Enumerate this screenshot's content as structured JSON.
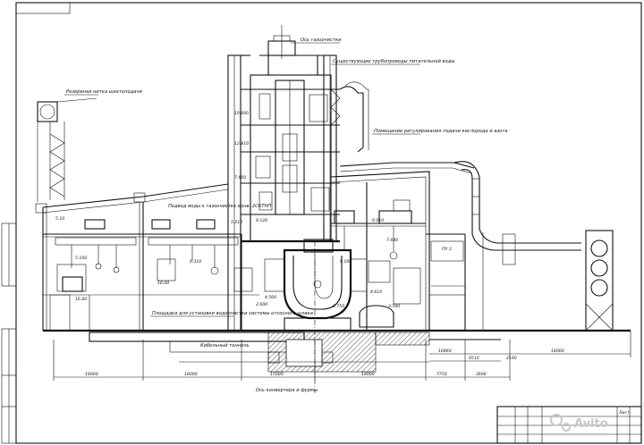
{
  "annotations": {
    "converter_axis_top": "Ось газоочистки",
    "feedwater_pipes": "Существующие трубопроводы питательной воды",
    "reserve_shaft": "Резервная нитка шихтоподачи",
    "lowering_pipes": "Помещение регулирования подачи кислорода и азота",
    "water_supply": "Подвод воды к газоочистке конв. 2СКТНП",
    "platform_install": "Площадка для установки водоочистки системы отсосного шлака",
    "cable_tunnel": "Кабельный тоннель",
    "converter_axis_bottom": "Ось конвертера и фурмы",
    "pu_label": "ПУ 3"
  },
  "dimensions": {
    "bottom": [
      "18000",
      "18000",
      "15000",
      "18000",
      "7750",
      "3600"
    ],
    "right_lower": [
      "10860",
      "6510",
      "2160",
      "18000"
    ],
    "elevations_left": [
      "5.10",
      "5.100",
      "16.00"
    ],
    "elevations_mid": [
      "5.510",
      "6.310",
      "7.600",
      "10.000",
      "12.810",
      "8.120",
      "4.500",
      "2.600",
      "16.00"
    ],
    "elevations_right": [
      "6.010",
      "7.640",
      "4.610",
      "8.100",
      "3.590",
      "6.750"
    ]
  },
  "title_block": {
    "sheet_label": "Лист"
  },
  "watermark": "Avito"
}
